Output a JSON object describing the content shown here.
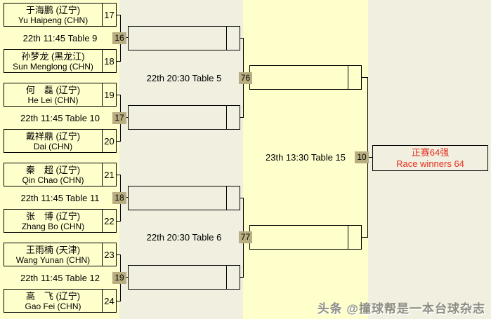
{
  "colors": {
    "column_yellow": "#ffffcc",
    "column_beige": "#f0efe0",
    "match_label_bg": "#b8ad80",
    "line": "#000000",
    "final_text_red": "#e8301e"
  },
  "round1": {
    "pairs": [
      {
        "schedule": "22th 11:45 Table 9",
        "match_no": "16",
        "top": {
          "cn": "于海鹏 (辽宁)",
          "en": "Yu Haipeng (CHN)",
          "seed": "17"
        },
        "bottom": {
          "cn": "孙梦龙 (黑龙江)",
          "en": "Sun Menglong (CHN)",
          "seed": "18"
        }
      },
      {
        "schedule": "22th 11:45 Table 10",
        "match_no": "17",
        "top": {
          "cn": "何　磊 (辽宁)",
          "en": "He Lei (CHN)",
          "seed": "19"
        },
        "bottom": {
          "cn": "戴祥鼎 (辽宁)",
          "en": "Dai (CHN)",
          "seed": "20"
        }
      },
      {
        "schedule": "22th 11:45 Table 11",
        "match_no": "18",
        "top": {
          "cn": "秦　超 (辽宁)",
          "en": "Qin Chao (CHN)",
          "seed": "21"
        },
        "bottom": {
          "cn": "张　博 (辽宁)",
          "en": "Zhang Bo (CHN)",
          "seed": "22"
        }
      },
      {
        "schedule": "22th 11:45 Table 12",
        "match_no": "19",
        "top": {
          "cn": "王雨楠 (天津)",
          "en": "Wang Yunan (CHN)",
          "seed": "23"
        },
        "bottom": {
          "cn": "高　飞 (辽宁)",
          "en": "Gao Fei (CHN)",
          "seed": "24"
        }
      }
    ]
  },
  "round2": {
    "matches": [
      {
        "schedule": "22th 20:30 Table 5",
        "match_no": "76"
      },
      {
        "schedule": "22th 20:30 Table 6",
        "match_no": "77"
      }
    ]
  },
  "round3": {
    "schedule": "23th 13:30 Table 15",
    "match_no": "10"
  },
  "final": {
    "line1": "正赛64强",
    "line2": "Race winners 64"
  },
  "watermark": "头条 @撞球帮是一本台球杂志"
}
